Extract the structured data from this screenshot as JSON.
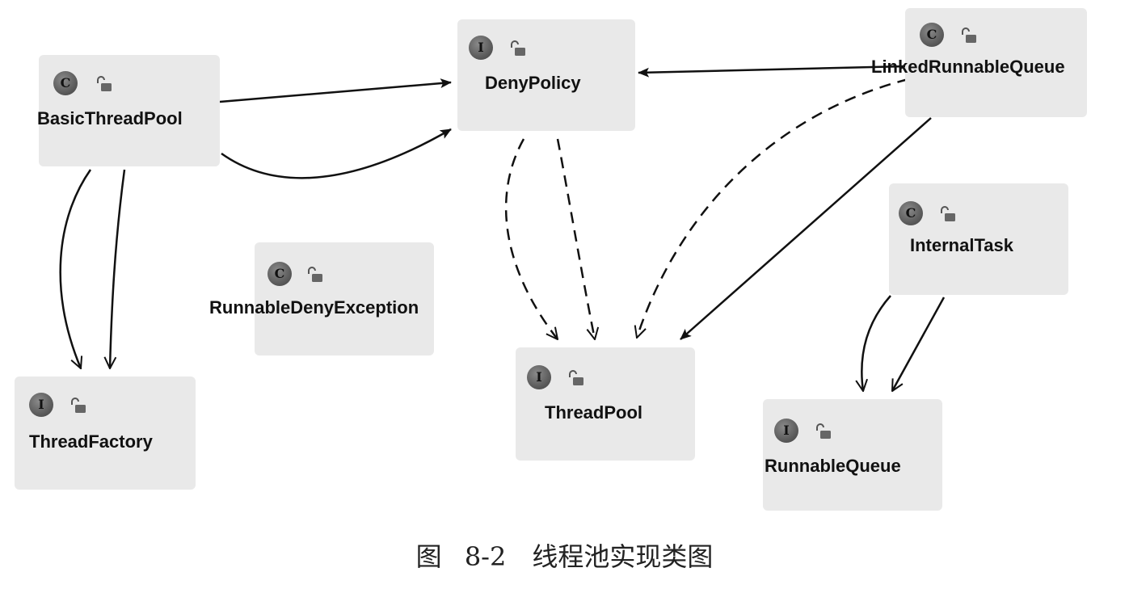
{
  "nodes": {
    "basic": {
      "kind": "C",
      "name": "BasicThreadPool"
    },
    "deny": {
      "kind": "I",
      "name": "DenyPolicy"
    },
    "linked": {
      "kind": "C",
      "name": "LinkedRunnableQueue"
    },
    "internal": {
      "kind": "C",
      "name": "InternalTask"
    },
    "rde": {
      "kind": "C",
      "name": "RunnableDenyException"
    },
    "tf": {
      "kind": "I",
      "name": "ThreadFactory"
    },
    "tp": {
      "kind": "I",
      "name": "ThreadPool"
    },
    "rq": {
      "kind": "I",
      "name": "RunnableQueue"
    }
  },
  "icons": {
    "kind_badge": "class-or-interface-badge",
    "visibility": "open-lock-icon"
  },
  "caption": "图 8-2　线程池实现类图"
}
